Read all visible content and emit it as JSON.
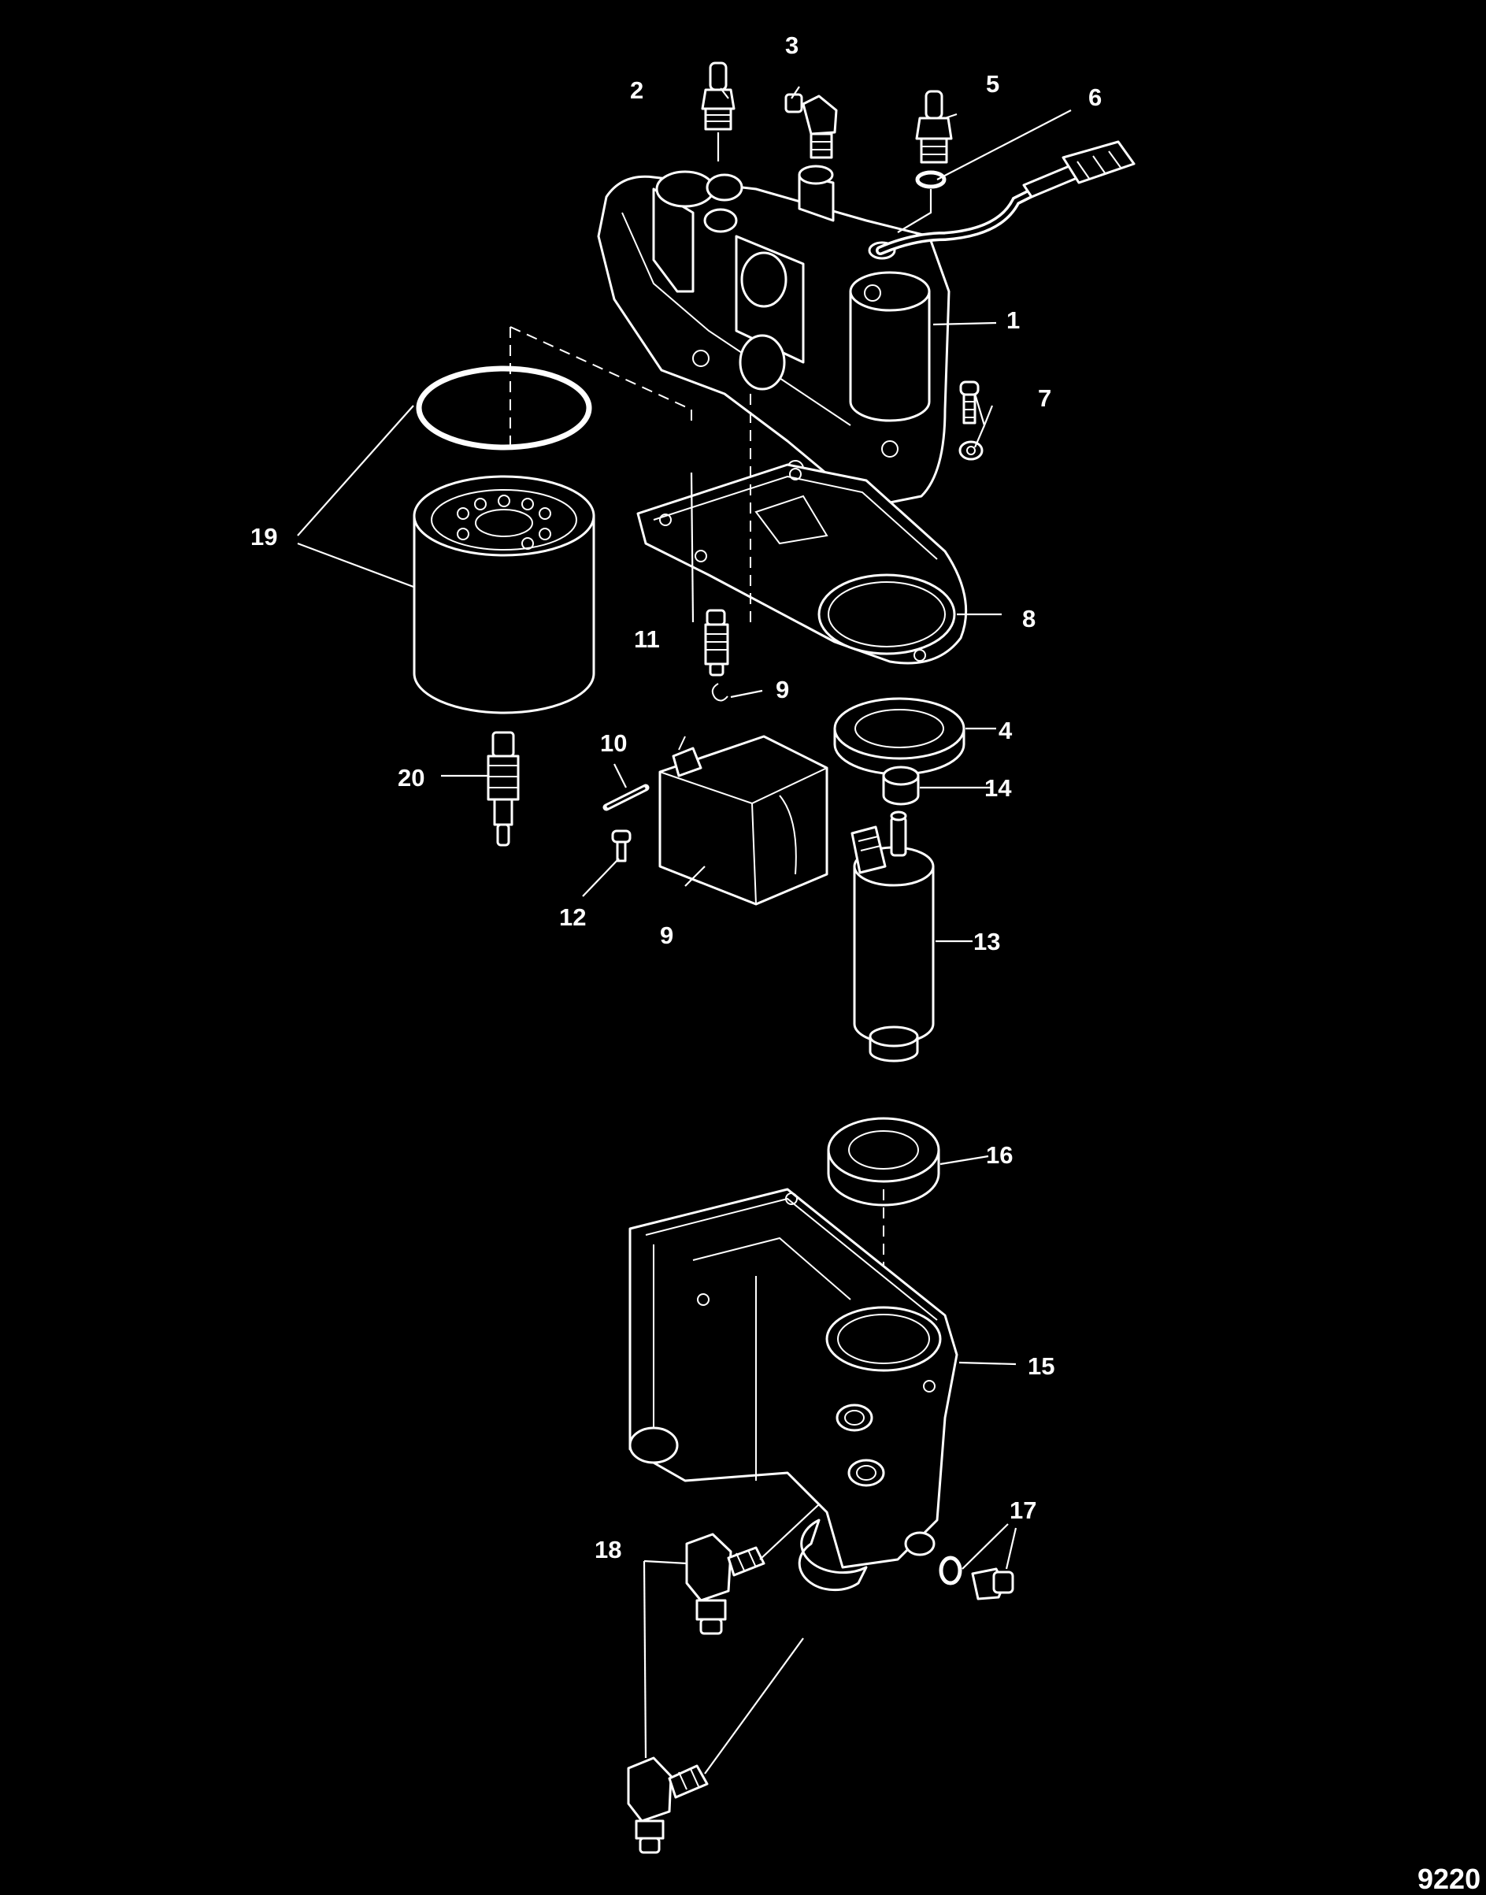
{
  "figure_id": "9220",
  "colors": {
    "background": "#000000",
    "line": "#ffffff"
  },
  "callouts": [
    {
      "key": "c1",
      "label": "1"
    },
    {
      "key": "c2",
      "label": "2"
    },
    {
      "key": "c3",
      "label": "3"
    },
    {
      "key": "c4",
      "label": "4"
    },
    {
      "key": "c5",
      "label": "5"
    },
    {
      "key": "c6",
      "label": "6"
    },
    {
      "key": "c7",
      "label": "7"
    },
    {
      "key": "c8",
      "label": "8"
    },
    {
      "key": "c9a",
      "label": "9"
    },
    {
      "key": "c9b",
      "label": "9"
    },
    {
      "key": "c10",
      "label": "10"
    },
    {
      "key": "c11",
      "label": "11"
    },
    {
      "key": "c12",
      "label": "12"
    },
    {
      "key": "c13",
      "label": "13"
    },
    {
      "key": "c14",
      "label": "14"
    },
    {
      "key": "c15",
      "label": "15"
    },
    {
      "key": "c16",
      "label": "16"
    },
    {
      "key": "c17",
      "label": "17"
    },
    {
      "key": "c18",
      "label": "18"
    },
    {
      "key": "c19",
      "label": "19"
    },
    {
      "key": "c20",
      "label": "20"
    }
  ]
}
